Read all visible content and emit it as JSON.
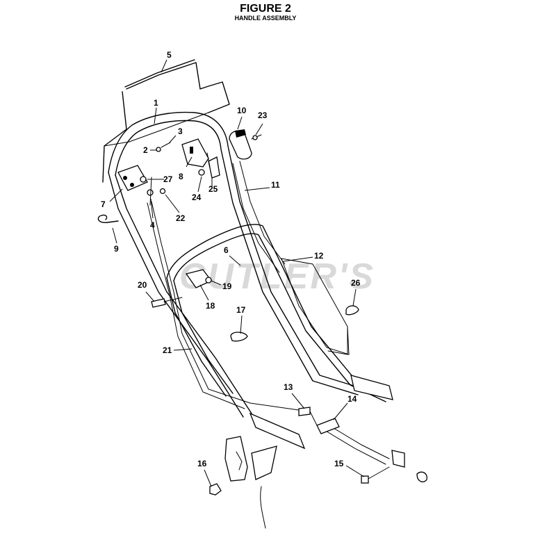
{
  "figure": {
    "title": "FIGURE 2",
    "subtitle": "HANDLE ASSEMBLY"
  },
  "watermark": "CUTLER'S",
  "callouts": {
    "c1": "1",
    "c2": "2",
    "c3": "3",
    "c4": "4",
    "c5": "5",
    "c6": "6",
    "c7": "7",
    "c8": "8",
    "c9": "9",
    "c10": "10",
    "c11": "11",
    "c12": "12",
    "c13": "13",
    "c14": "14",
    "c15": "15",
    "c16": "16",
    "c17": "17",
    "c18": "18",
    "c19": "19",
    "c20": "20",
    "c21": "21",
    "c22": "22",
    "c23": "23",
    "c24": "24",
    "c25": "25",
    "c26": "26",
    "c27": "27"
  }
}
